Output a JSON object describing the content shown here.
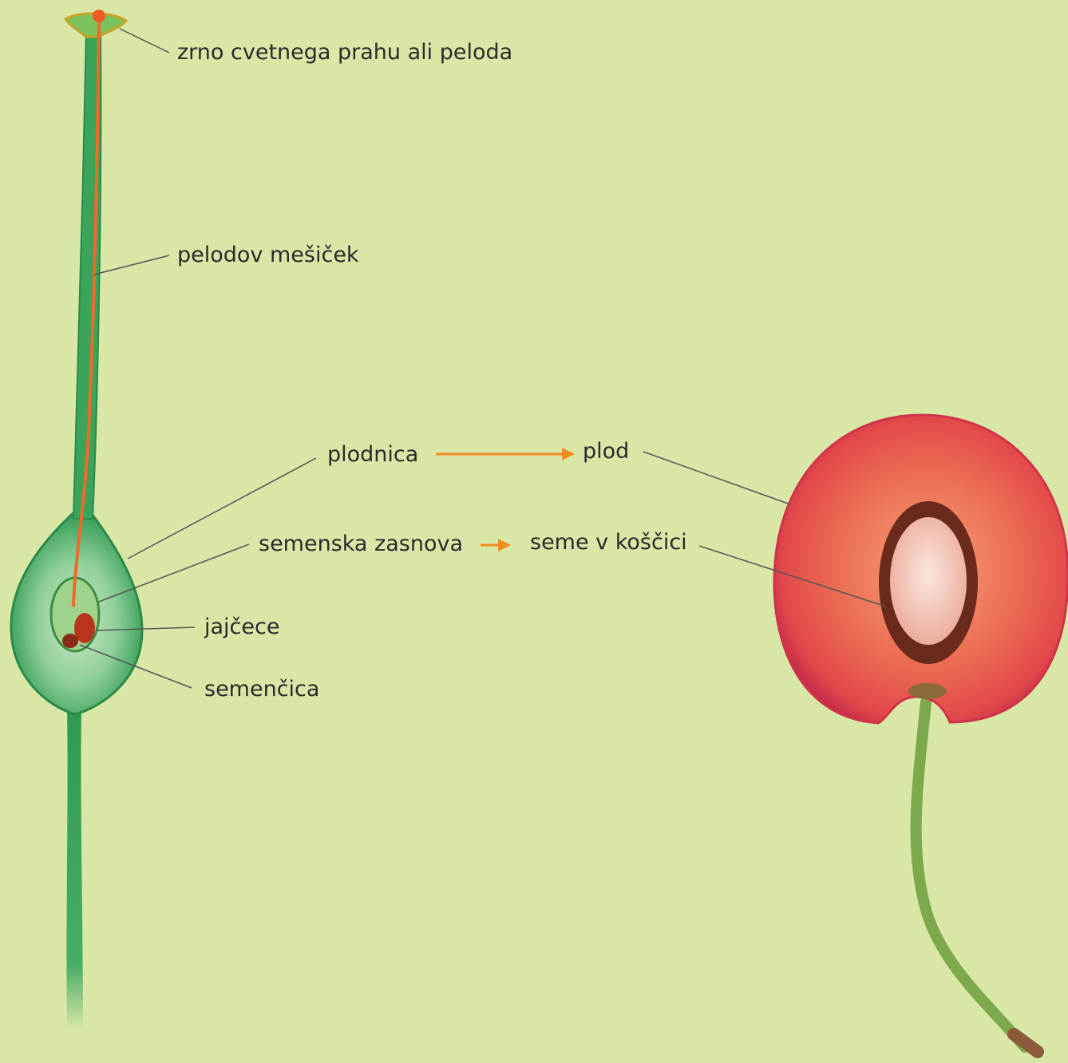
{
  "colors": {
    "background": "#d8e6a6",
    "pistil_green": "#3aa55a",
    "pollen_tube": "#ef6a2a",
    "arrow": "#f28c1e",
    "cherry_flesh": "#e8584a",
    "cherry_stone": "#6a2a1c",
    "seed": "#f4cfc4",
    "leader_line": "#555555"
  },
  "labels": {
    "pollen_grain": "zrno cvetnega prahu ali peloda",
    "pollen_tube": "pelodov mešiček",
    "ovary": "plodnica",
    "fruit": "plod",
    "ovule": "semenska zasnova",
    "seed_in_stone": "seme v koščici",
    "egg_cell": "jajčece",
    "embryo_sac": "semenčica"
  }
}
